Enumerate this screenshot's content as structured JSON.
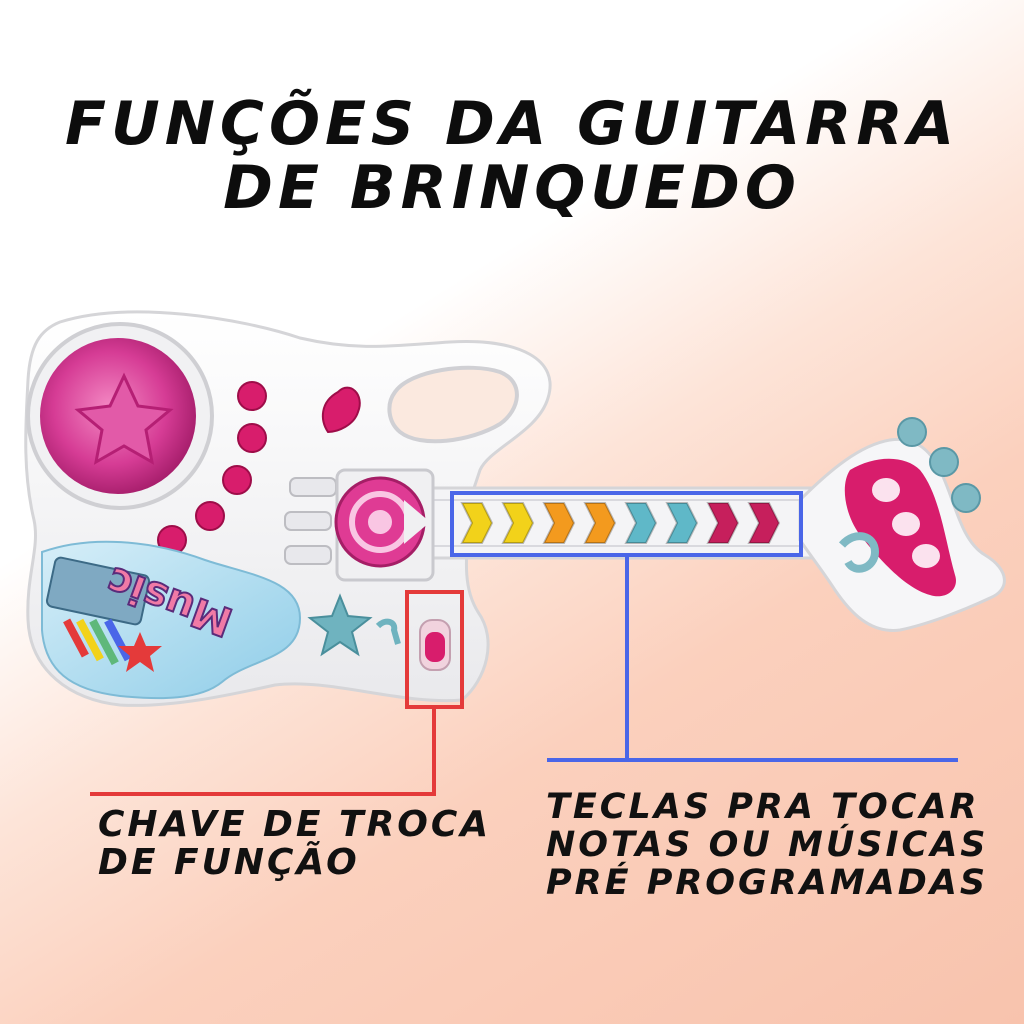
{
  "title": {
    "line1": "FUNÇÕES DA GUITARRA",
    "line2": "DE BRINQUEDO"
  },
  "guitar": {
    "sticker_text": "Music",
    "key_colors": [
      "#f2d21a",
      "#f2d21a",
      "#f39a1e",
      "#f39a1e",
      "#5fb8c8",
      "#5fb8c8",
      "#c61f5c",
      "#c61f5c"
    ]
  },
  "callouts": {
    "switch": {
      "line1": "CHAVE DE TROCA",
      "line2": "DE FUNÇÃO",
      "color": "#e43a3a"
    },
    "keys": {
      "line1": "TECLAS PRA TOCAR",
      "line2": "NOTAS OU MÚSICAS",
      "line3": "PRÉ PROGRAMADAS",
      "color": "#4a66e8"
    }
  }
}
